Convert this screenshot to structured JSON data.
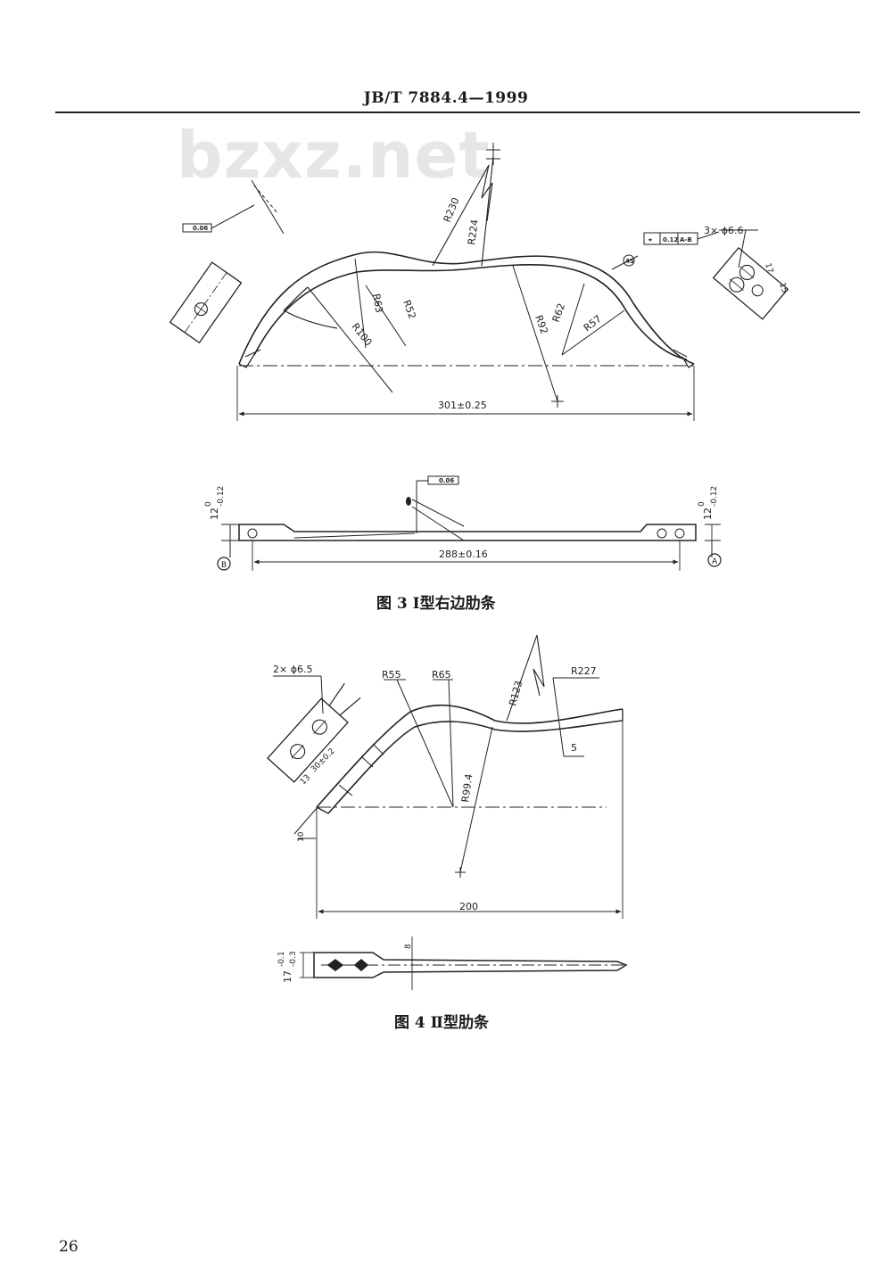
{
  "header": {
    "standard_code": "JB/T  7884.4—1999"
  },
  "watermark": {
    "text": "bzxz.net"
  },
  "figure3": {
    "caption": "图 3    Ⅰ型右边肋条",
    "top_view": {
      "dims": {
        "overall": "301±0.25",
        "r230": "R230",
        "r224": "R224",
        "r63": "R63",
        "r52": "R52",
        "r100": "R100",
        "r92": "R92",
        "r62": "R62",
        "r57": "R57"
      },
      "hole_spec": "3× ϕ6.6",
      "tol_position": "0.12",
      "datum_ref": "A-B",
      "flat_tol": "0.06",
      "dim_17": "17",
      "dim_15": "15",
      "angle_mark": "45"
    },
    "side_view": {
      "overall": "288±0.16",
      "thickness": "12",
      "thickness_tol_upper": "0",
      "thickness_tol_lower": "-0.12",
      "datum_a": "A",
      "datum_b": "B",
      "flat_tol": "0.06"
    }
  },
  "figure4": {
    "caption": "图 4    Ⅱ型肋条",
    "top_view": {
      "hole_spec": "2× ϕ6.5",
      "r55": "R55",
      "r65": "R65",
      "r123": "R123",
      "r227": "R227",
      "r99_4": "R99.4",
      "dim_5": "5",
      "dim_13": "13",
      "dim_30": "30±0.2",
      "dim_10": "10",
      "overall": "200"
    },
    "side_view": {
      "thickness": "17",
      "thickness_tol_upper": "-0.1",
      "thickness_tol_lower": "-0.3",
      "dim_8": "8"
    }
  },
  "footer": {
    "page_number": "26"
  }
}
